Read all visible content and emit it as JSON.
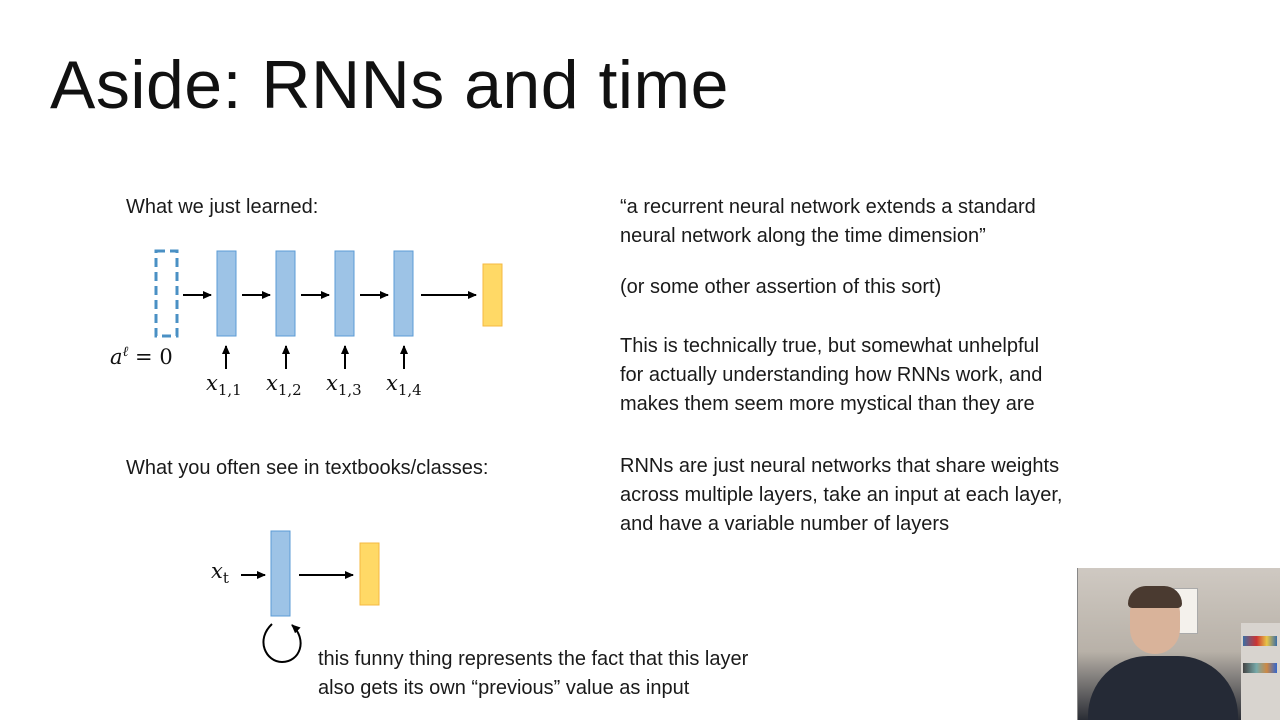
{
  "slide": {
    "title": "Aside: RNNs and time"
  },
  "left": {
    "learned_label": "What we just learned:",
    "textbook_label": "What you often see in textbooks/classes:",
    "init_eq": {
      "a": "a",
      "sup": "ℓ",
      "eq": " = 0"
    },
    "inputs": [
      {
        "base": "x",
        "sub": "1,1"
      },
      {
        "base": "x",
        "sub": "1,2"
      },
      {
        "base": "x",
        "sub": "1,3"
      },
      {
        "base": "x",
        "sub": "1,4"
      }
    ],
    "recurrent_input": {
      "base": "x",
      "sub": "t"
    },
    "loop_caption": [
      "this funny thing represents the fact that this layer",
      "also gets its own “previous” value as input"
    ]
  },
  "right": {
    "quote": [
      "“a recurrent neural network extends a standard",
      "neural network along the time dimension”"
    ],
    "aside": "(or some other assertion of this sort)",
    "critique": [
      "This is technically true, but somewhat unhelpful",
      "for actually understanding how RNNs work, and",
      "makes them seem more mystical than they are"
    ],
    "claim": [
      "RNNs are just neural networks that share weights",
      "across multiple layers, take an input at each layer,",
      "and have a variable number of layers"
    ]
  },
  "colors": {
    "layer_fill": "#9dc3e6",
    "layer_stroke": "#5b9bd5",
    "output_fill": "#ffd966",
    "output_stroke": "#f4b942",
    "dashed_stroke": "#4a90c4"
  }
}
